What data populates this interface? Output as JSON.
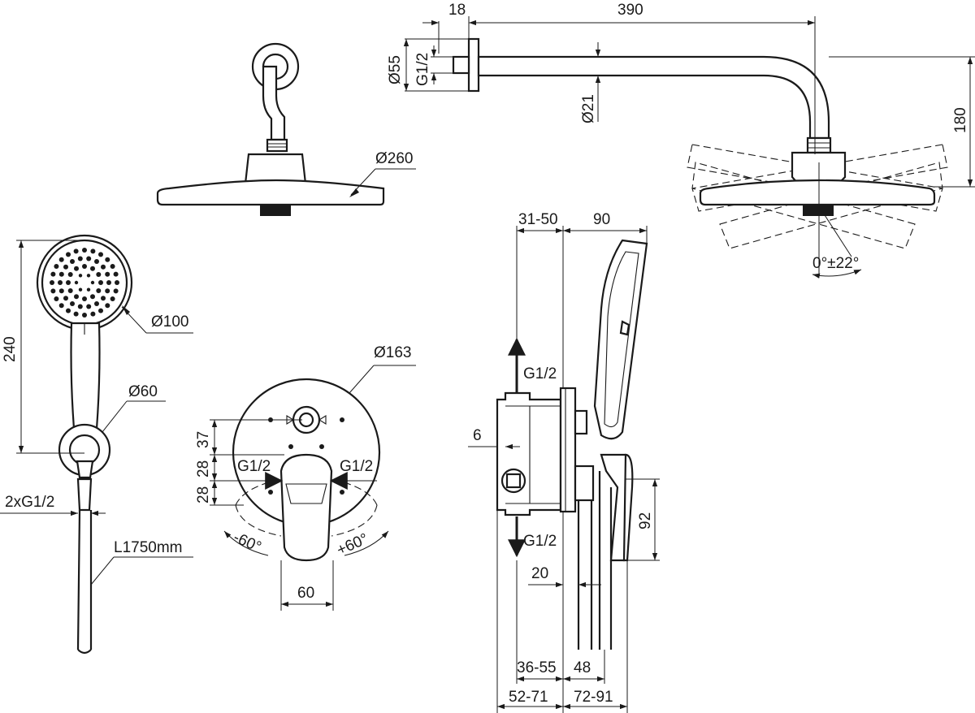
{
  "dimensions": {
    "arm_offset": "18",
    "arm_length": "390",
    "wall_flange_dia": "Ø55",
    "arm_thread": "G1/2",
    "arm_tube_dia": "Ø21",
    "arm_drop": "180",
    "head_dia": "Ø260",
    "tilt": "0°±22°",
    "hand_shower_dia": "Ø100",
    "hand_shower_length": "240",
    "holder_dia": "Ø60",
    "hose_thread": "2xG1/2",
    "hose_length": "L1750mm",
    "plate_dia": "Ø163",
    "plate_top": "37",
    "plate_mid": "28",
    "plate_bottom": "28",
    "inlet_left": "G1/2",
    "inlet_right": "G1/2",
    "rot_left": "-60°",
    "rot_right": "+60°",
    "lever_width": "60",
    "body_depth": "31-50",
    "handset_proj": "90",
    "outlet_top": "G1/2",
    "outlet_bottom": "G1/2",
    "plate_thickness": "6",
    "lever_height": "92",
    "wall_offset": "20",
    "depth_a": "36-55",
    "depth_b": "48",
    "depth_c": "52-71",
    "depth_d": "72-91"
  },
  "colors": {
    "line": "#1a1a1a",
    "background": "#ffffff"
  }
}
